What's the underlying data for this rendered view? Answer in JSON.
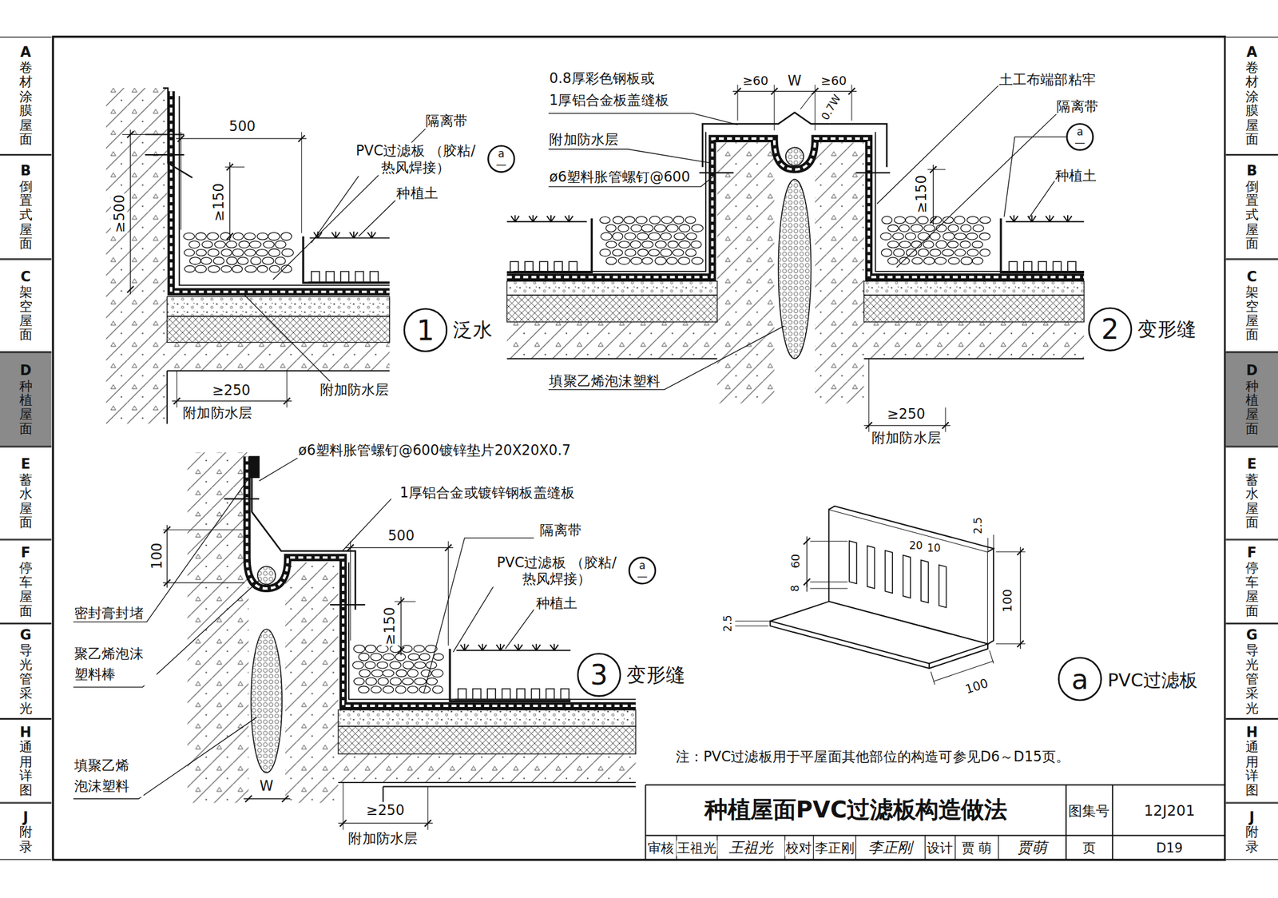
{
  "diagram": {
    "title": "种植屋面PVC过滤板构造做法",
    "nodes": [
      {
        "text": [
          "A",
          "卷材涂膜屋面"
        ]
      },
      {
        "text": [
          "B",
          "倒置式屋面"
        ]
      },
      {
        "text": [
          "C",
          "架空屋面"
        ]
      },
      {
        "text": [
          "D",
          "种植屋面"
        ]
      },
      {
        "text": [
          "E",
          "蓄水屋面"
        ]
      },
      {
        "text": [
          "F",
          "停车屋面"
        ]
      },
      {
        "text": [
          "G",
          "导光管采光"
        ]
      },
      {
        "text": [
          "H",
          "通用详图"
        ]
      },
      {
        "text": [
          "J",
          "附录"
        ]
      },
      {
        "text": [
          "A",
          "卷材涂膜屋面"
        ]
      },
      {
        "text": [
          "B",
          "倒置式屋面"
        ]
      },
      {
        "text": [
          "C",
          "架空屋面"
        ]
      },
      {
        "text": [
          "D",
          "种植屋面"
        ]
      },
      {
        "text": [
          "E",
          "蓄水屋面"
        ]
      },
      {
        "text": [
          "F",
          "停车屋面"
        ]
      },
      {
        "text": [
          "G",
          "导光管采光"
        ]
      },
      {
        "text": [
          "H",
          "通用详图"
        ]
      },
      {
        "text": [
          "J",
          "附录"
        ]
      },
      {
        "text": [
          "a",
          "—"
        ]
      },
      {
        "text": [
          "1"
        ]
      },
      {
        "text": [
          "a",
          "—"
        ]
      },
      {
        "text": [
          "2"
        ]
      },
      {
        "text": [
          "a",
          "—"
        ]
      },
      {
        "text": [
          "3"
        ]
      },
      {
        "text": [
          "a"
        ]
      }
    ],
    "labels": [
      "500",
      "隔离带",
      "PVC过滤板 （胶粘/热风焊接）",
      "种植土",
      "≥150",
      "≥500",
      "泛水",
      "≥250",
      "附加防水层",
      "附加防水层",
      "0.8厚彩色钢板或 1厚铝合金板盖缝板",
      "≥60",
      "W",
      "≥60",
      "0.7W",
      "附加防水层",
      "ø6塑料胀管螺钉@600",
      "土工布端部粘牢",
      "隔离带",
      "种植土",
      "≥150",
      "变形缝",
      "填聚乙烯泡沫塑料",
      "≥250",
      "附加防水层",
      "ø6塑料胀管螺钉@600镀锌垫片20X20X0.7",
      "1厚铝合金或镀锌钢板盖缝板",
      "100",
      "隔离带",
      "500",
      "PVC过滤板 （胶粘/热风焊接）",
      "种植土",
      "≥150",
      "密封膏封堵",
      "聚乙烯泡沫 塑料棒",
      "变形缝",
      "填聚乙烯 泡沫塑料",
      "W",
      "≥250",
      "附加防水层",
      "2.5",
      "60",
      "8",
      "20",
      "10",
      "100",
      "2.5",
      "100",
      "PVC过滤板",
      "注：PVC过滤板用于平屋面其他部位的构造可参见D6～D15页。",
      "图集号",
      "12J201",
      "审核",
      "王祖光",
      "王祖光",
      "校对",
      "李正刚",
      "李正刚",
      "设计",
      "贾 萌",
      "贾萌",
      "页",
      "D19"
    ]
  }
}
